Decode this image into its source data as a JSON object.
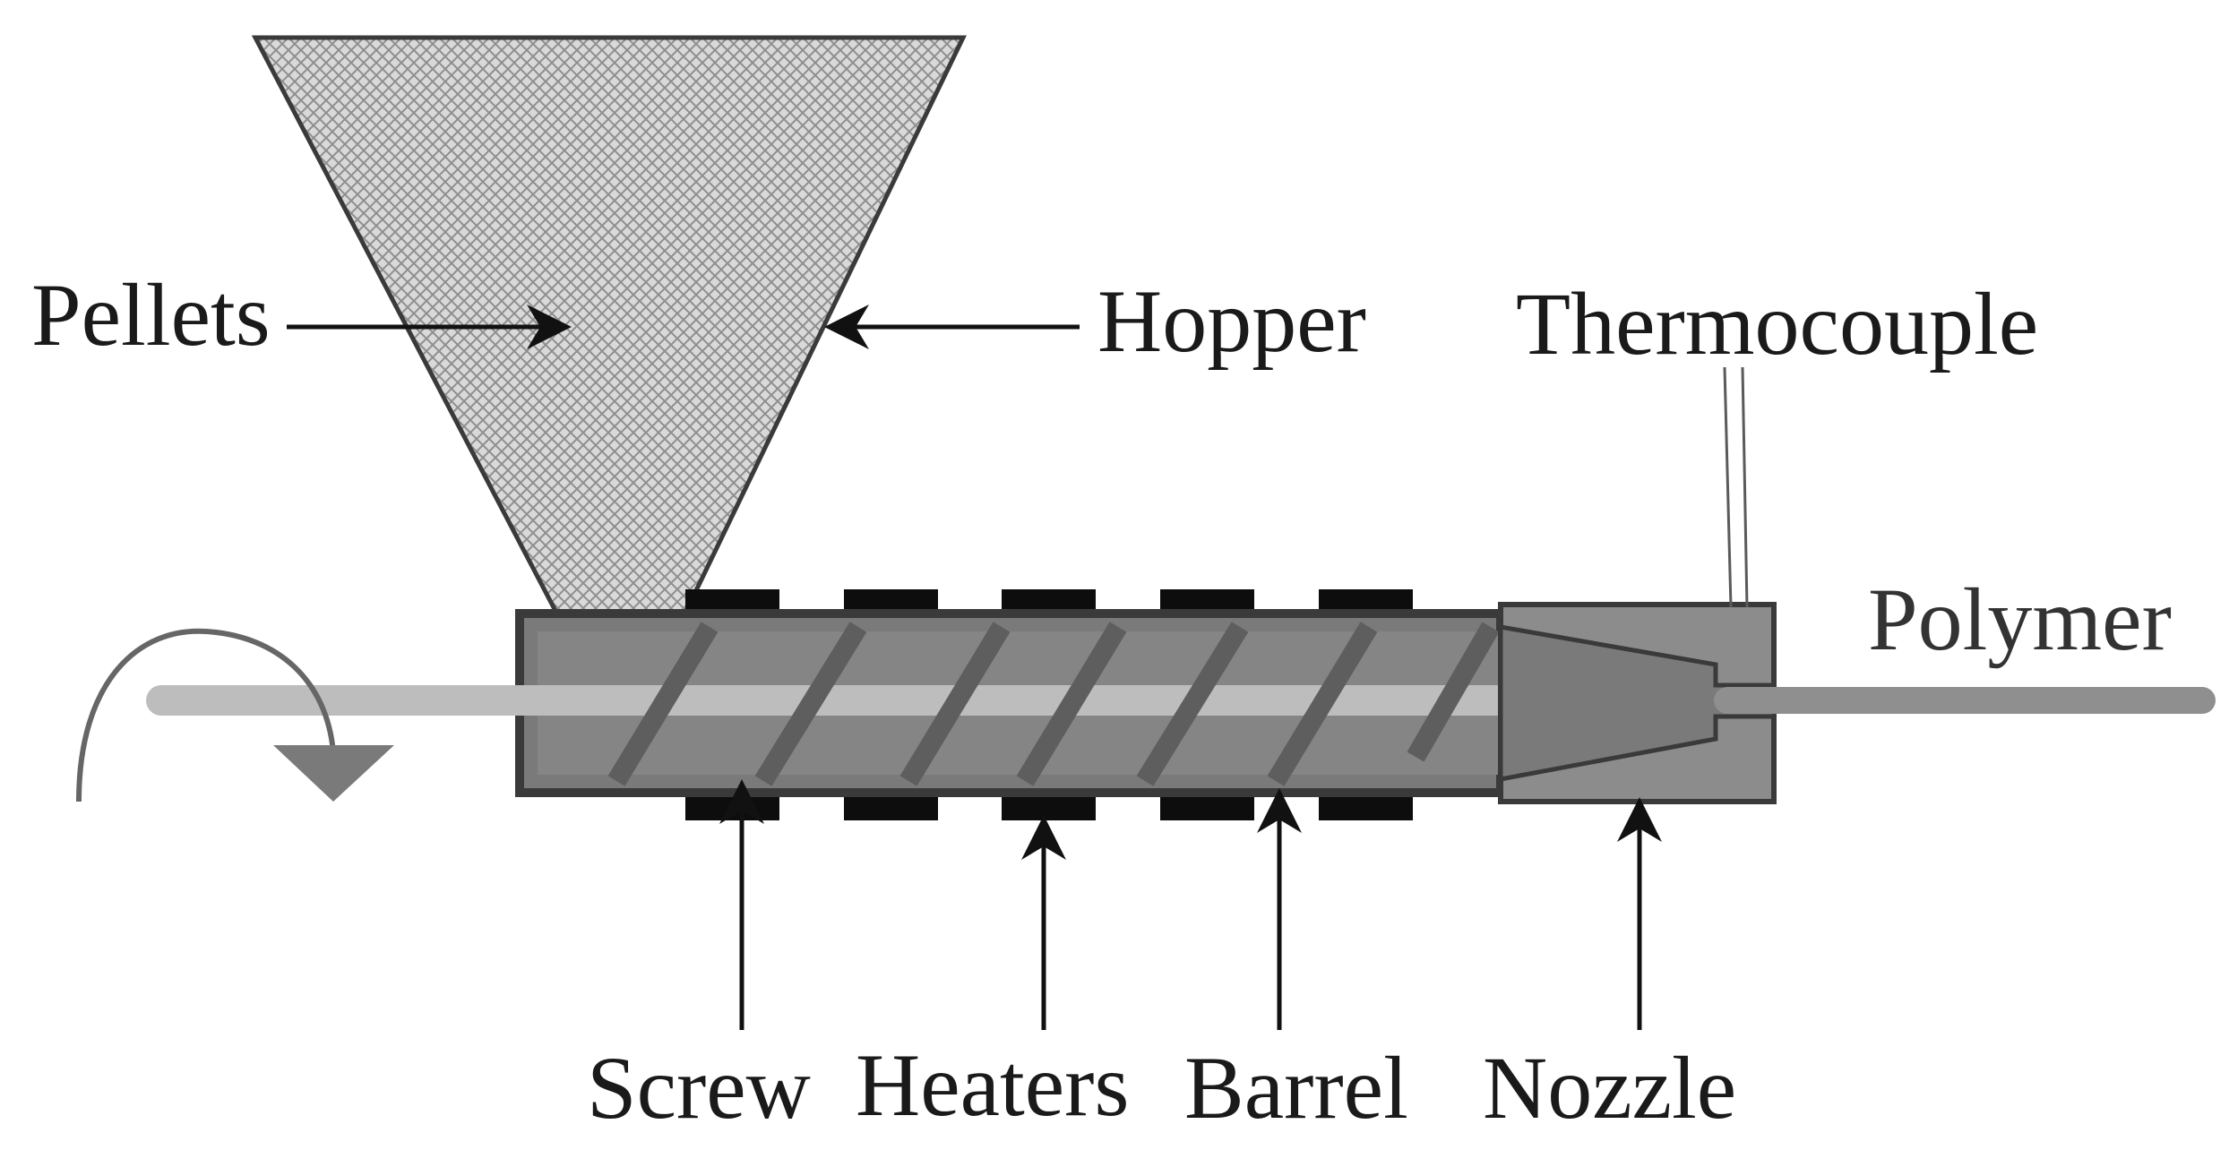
{
  "labels": {
    "pellets": "Pellets",
    "hopper": "Hopper",
    "thermocouple": "Thermocouple",
    "polymer": "Polymer",
    "screw": "Screw",
    "heaters": "Heaters",
    "barrel": "Barrel",
    "nozzle": "Nozzle"
  },
  "colors": {
    "outline": "#3a3a3a",
    "barrel_fill": "#7a7a7a",
    "barrel_inner": "#8a8a8a",
    "screw_shaft": "#bdbdbd",
    "screw_flight": "#5e5e5e",
    "heater": "#0d0d0d",
    "hopper_fill": "#d6d6d6",
    "hopper_pattern": "#9a9a9a",
    "nozzle_fill": "#8c8c8c",
    "extrudate": "#8f8f8f",
    "rotation_arrow": "#7a7a7a",
    "arrow": "#111111"
  },
  "heater_count": 5
}
